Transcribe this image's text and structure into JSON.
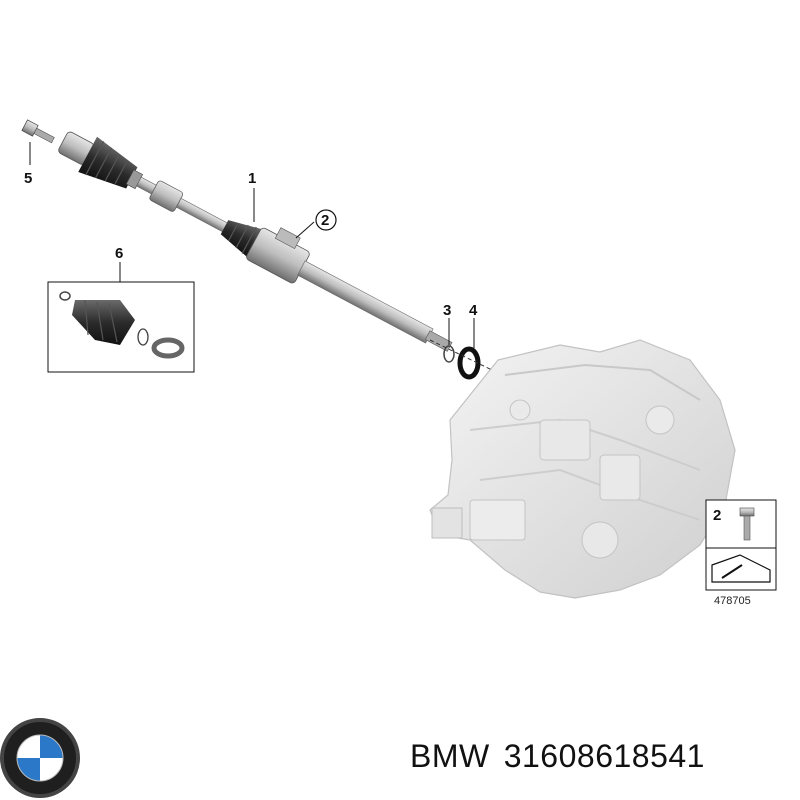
{
  "callouts": {
    "p1": "1",
    "p2": "2",
    "p3": "3",
    "p4": "4",
    "p5": "5",
    "p6": "6"
  },
  "legend": {
    "bolt_number": "2",
    "diagram_number": "478705"
  },
  "logo": {
    "brand": "BMW"
  },
  "caption": {
    "brand": "BMW",
    "part_number": "31608618541"
  }
}
